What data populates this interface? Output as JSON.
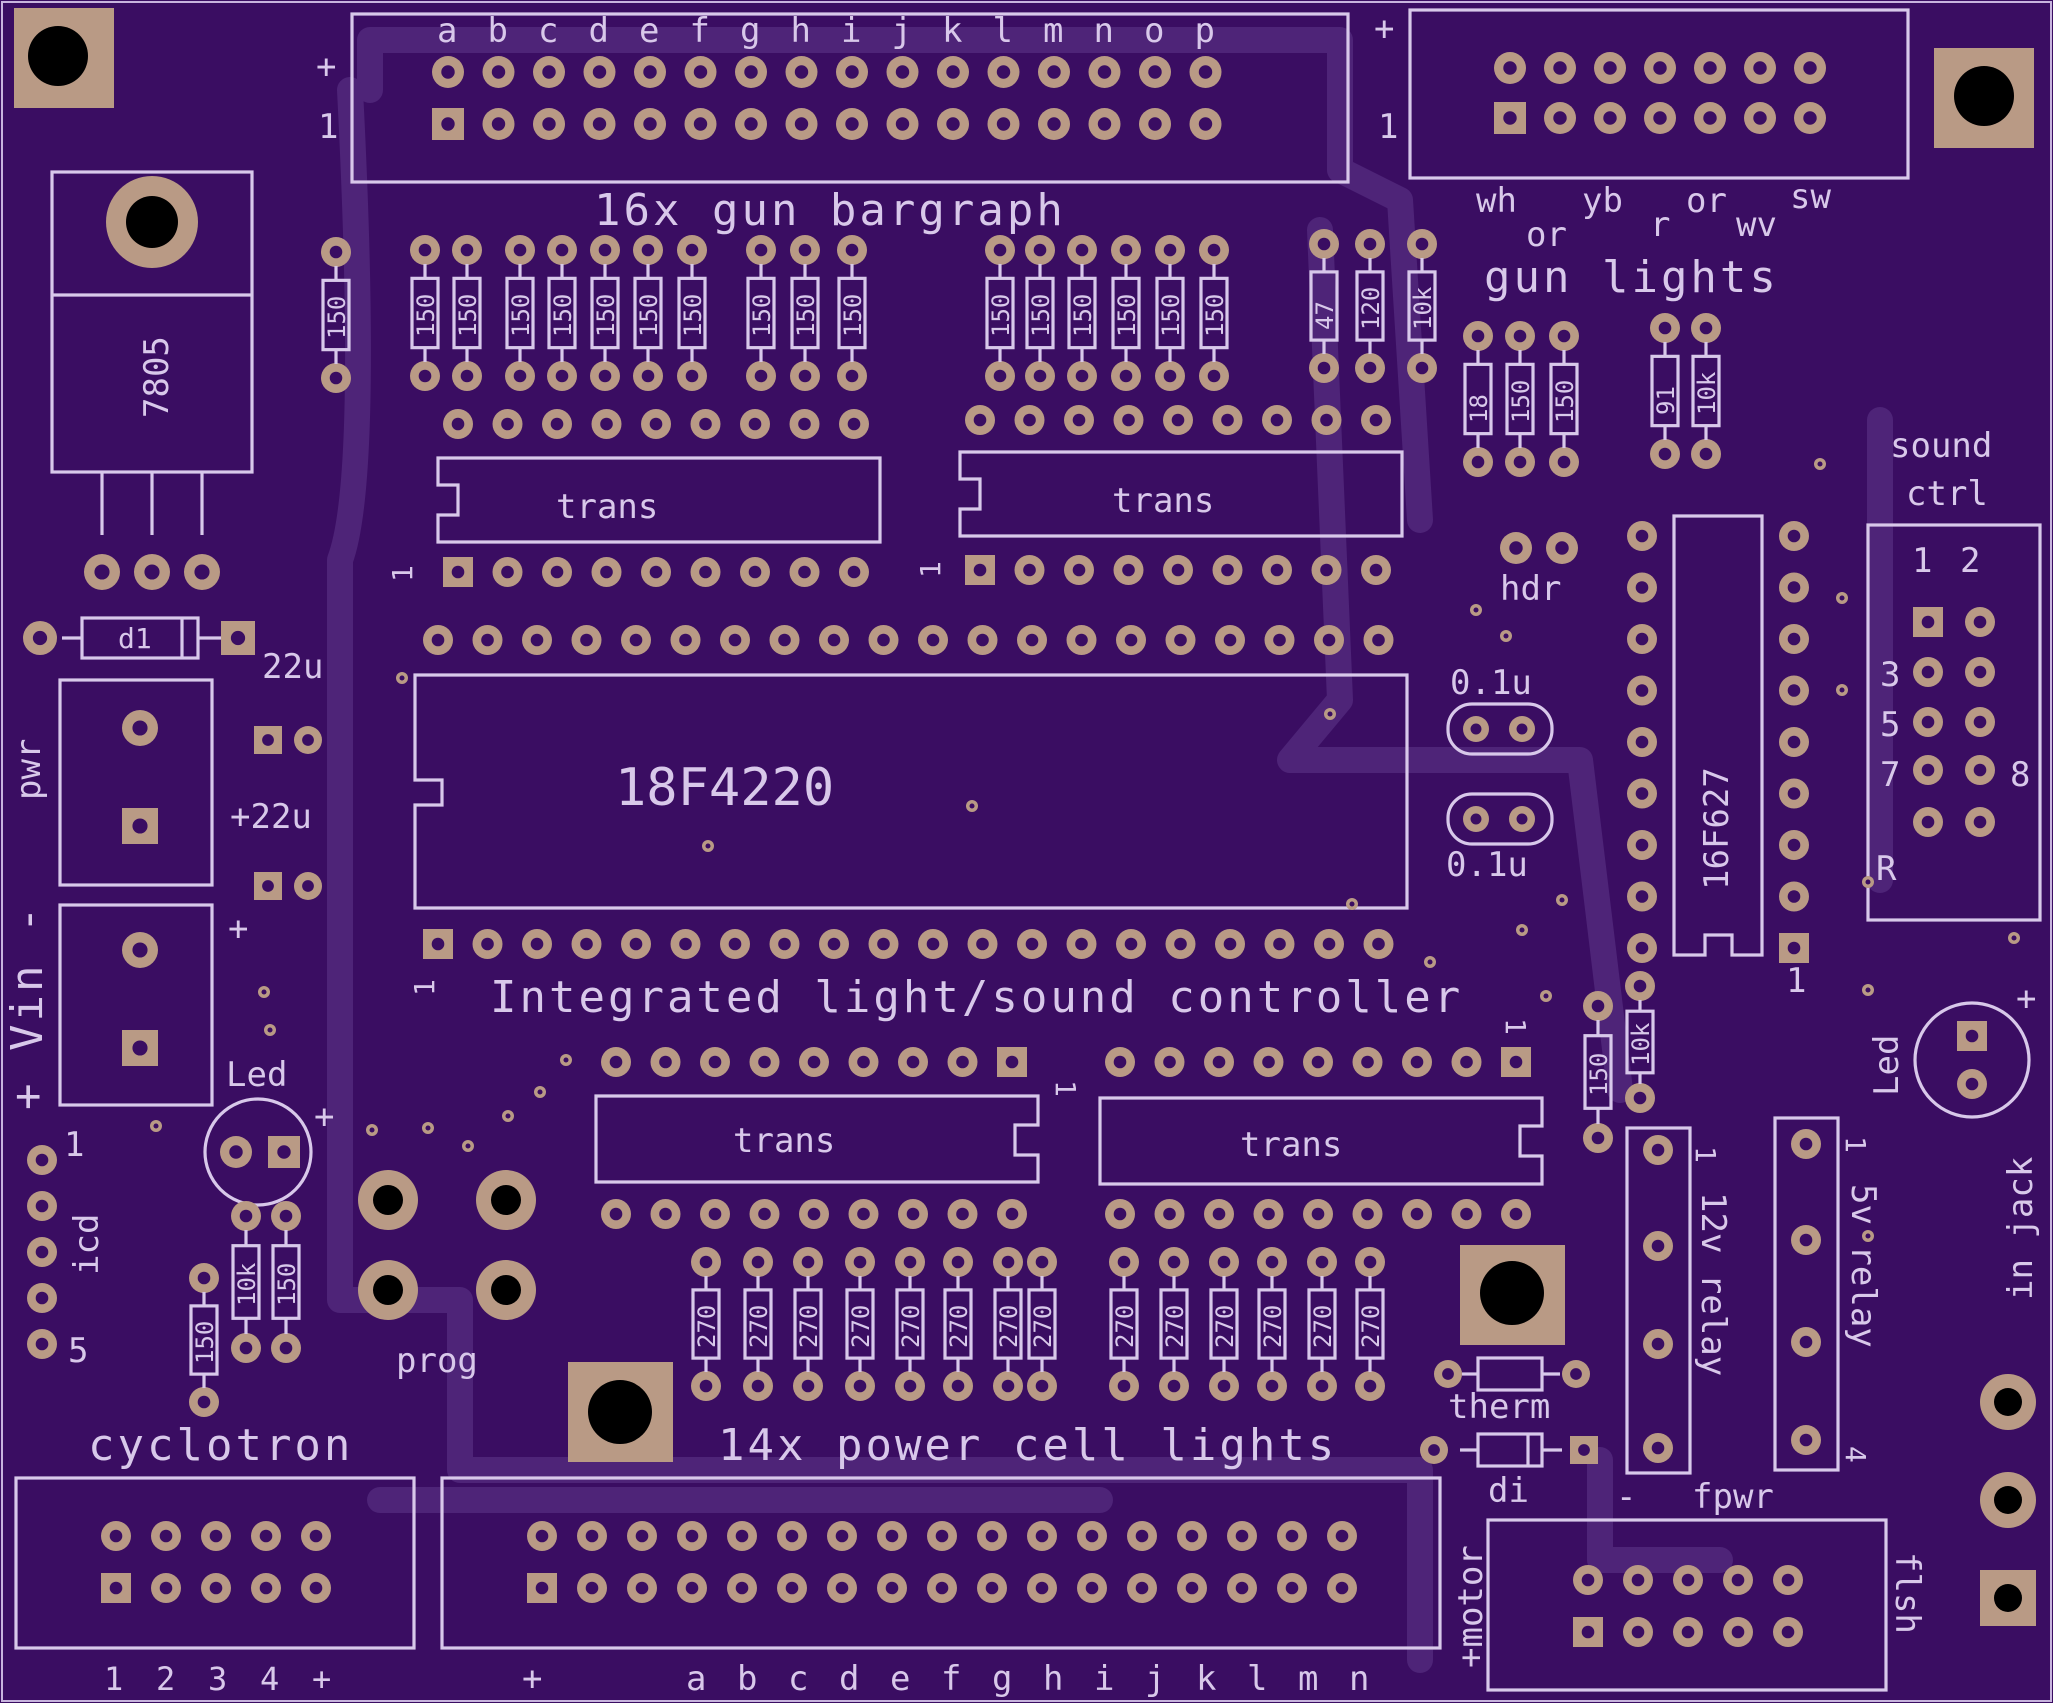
{
  "labels": {
    "gun_bargraph": "16x gun bargraph",
    "gun_lights": "gun lights",
    "sound_ctrl_1": "sound",
    "sound_ctrl_2": "ctrl",
    "main_title": "Integrated light/sound controller",
    "power_cell": "14x power cell lights",
    "cyclotron": "cyclotron",
    "prog": "prog",
    "icd": "icd",
    "pwr": "pwr",
    "vin": "+ Vin -",
    "in_jack": "in jack",
    "relay12": "12v relay",
    "relay5": "5v relay",
    "therm": "therm",
    "di": "di",
    "fpwr": "fpwr",
    "minus": "-",
    "motor": "+motor",
    "flsh": "flsh",
    "hdr": "hdr",
    "led": "Led",
    "d1": "d1",
    "reg": "7805",
    "mcu": "18F4220",
    "pic": "16F627",
    "trans": "trans",
    "cap_22u": "22u",
    "cap_22u_b": "+22u",
    "cap_01u": "0.1u",
    "plus": "+",
    "one": "1",
    "five": "5",
    "R": "R"
  },
  "bargraph_letters": [
    "a",
    "b",
    "c",
    "d",
    "e",
    "f",
    "g",
    "h",
    "i",
    "j",
    "k",
    "l",
    "m",
    "n",
    "o",
    "p"
  ],
  "power_letters": [
    "a",
    "b",
    "c",
    "d",
    "e",
    "f",
    "g",
    "h",
    "i",
    "j",
    "k",
    "l",
    "m",
    "n"
  ],
  "gun_light_labels": [
    "wh",
    "yb",
    "or",
    "sw",
    "or",
    "r",
    "wv"
  ],
  "sound_pins": [
    "1",
    "2",
    "3",
    "5",
    "7",
    "8"
  ],
  "cyclotron_pins": [
    "1",
    "2",
    "3",
    "4",
    "+"
  ],
  "relay_pins_12": [
    "1"
  ],
  "relay_pins_5": [
    "1",
    "4"
  ],
  "resistors_top": [
    "150",
    "150",
    "150",
    "150",
    "150",
    "150",
    "150",
    "150",
    "150",
    "150",
    "150",
    "150",
    "150",
    "150",
    "150",
    "150",
    "150"
  ],
  "resistors_gun": [
    "47",
    "120",
    "10k",
    "18",
    "150",
    "150",
    "91",
    "10k"
  ],
  "resistors_bottom": [
    "270",
    "270",
    "270",
    "270",
    "270",
    "270",
    "270",
    "270",
    "270",
    "270",
    "270",
    "270",
    "270",
    "270"
  ],
  "resistors_misc": [
    "150",
    "10k",
    "150",
    "150",
    "10k"
  ]
}
